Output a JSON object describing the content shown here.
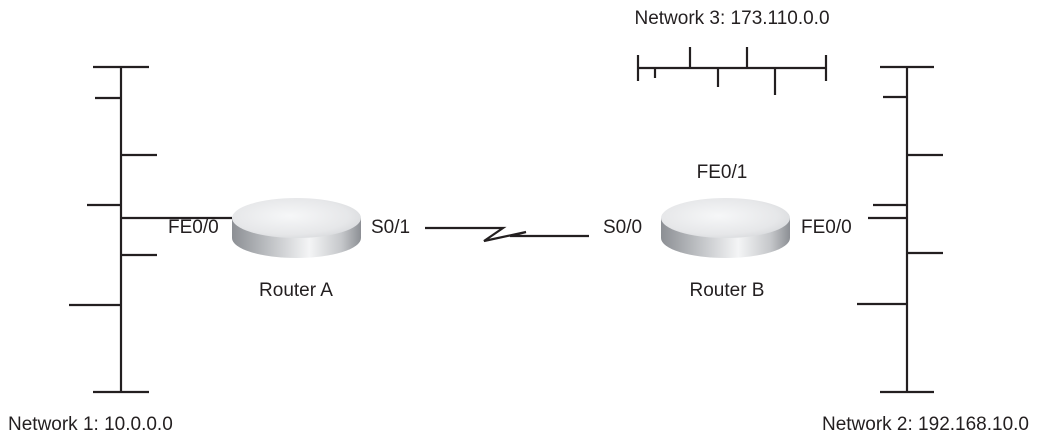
{
  "routers": [
    {
      "name": "Router A"
    },
    {
      "name": "Router B"
    }
  ],
  "interfaces": {
    "router_a_fe00": "FE0/0",
    "router_a_s01": "S0/1",
    "router_b_s00": "S0/0",
    "router_b_fe01": "FE0/1",
    "router_b_fe00": "FE0/0"
  },
  "networks": {
    "network1": "Network 1: 10.0.0.0",
    "network2": "Network 2: 192.168.10.0",
    "network3": "Network 3: 173.110.0.0"
  },
  "colors": {
    "router_top": "#e9eaec",
    "router_side_dark": "#8c8f94",
    "router_side_light": "#f4f5f6",
    "line": "#231f20"
  }
}
